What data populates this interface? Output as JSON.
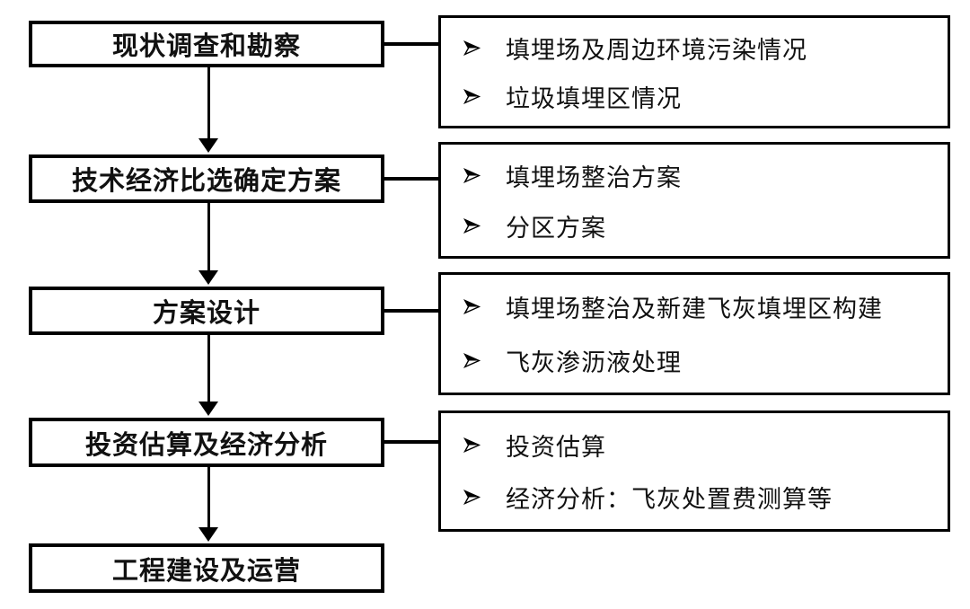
{
  "diagram": {
    "type": "flowchart",
    "colors": {
      "line": "#000000",
      "background": "#ffffff",
      "box_fill": "#ffffff",
      "text": "#111111"
    },
    "bullet_char": "➢",
    "bullet_icon": "arrowhead-right-3d",
    "stages": [
      {
        "label": "现状调查和勘察"
      },
      {
        "label": "技术经济比选确定方案"
      },
      {
        "label": "方案设计"
      },
      {
        "label": "投资估算及经济分析"
      },
      {
        "label": "工程建设及运营"
      }
    ],
    "details": [
      {
        "items": [
          "填埋场及周边环境污染情况",
          "垃圾填埋区情况"
        ]
      },
      {
        "items": [
          "填埋场整治方案",
          "分区方案"
        ]
      },
      {
        "items": [
          "填埋场整治及新建飞灰填埋区构建",
          "飞灰渗沥液处理"
        ]
      },
      {
        "items": [
          "投资估算",
          "经济分析：飞灰处置费测算等"
        ]
      }
    ]
  }
}
